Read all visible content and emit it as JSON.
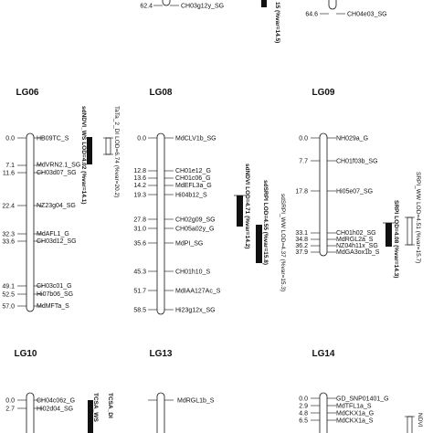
{
  "top_fragments": [
    {
      "pos": "62.4",
      "marker": "CH03g12y_SG"
    },
    {
      "pos": "64.6",
      "marker": "CH04e03_SG"
    }
  ],
  "top_qtl_fragment": "15 (%var=14.5)",
  "groups": [
    {
      "name": "LG06",
      "loci": [
        {
          "pos": "0.0",
          "marker": "HB09TC_S"
        },
        {
          "pos": "7.1",
          "marker": "MdVRN2.1_SG"
        },
        {
          "pos": "11.6",
          "marker": "CH03d07_SG"
        },
        {
          "pos": "22.4",
          "marker": "NZ23g04_SG"
        },
        {
          "pos": "32.3",
          "marker": "MdAFL1_G"
        },
        {
          "pos": "33.6",
          "marker": "CH03d12_SG"
        },
        {
          "pos": "49.1",
          "marker": "CH03c01_G"
        },
        {
          "pos": "52.5",
          "marker": "Hi07b06_SG"
        },
        {
          "pos": "57.0",
          "marker": "MdMFTa_S"
        }
      ],
      "qtls": [
        {
          "name": "sdNDVI_WS",
          "stat": "LOD=4.02 (%var=14.1)"
        },
        {
          "name": "TaTa_2_DI",
          "stat": "LOD=6.74 (%var=20.2)"
        }
      ]
    },
    {
      "name": "LG08",
      "loci": [
        {
          "pos": "0.0",
          "marker": "MdCLV1b_SG"
        },
        {
          "pos": "12.8",
          "marker": "CH01e12_G"
        },
        {
          "pos": "13.6",
          "marker": "CH01c06_G"
        },
        {
          "pos": "14.2",
          "marker": "MdEFL3a_G"
        },
        {
          "pos": "19.3",
          "marker": "Hi04b12_S"
        },
        {
          "pos": "27.8",
          "marker": "CH02g09_SG"
        },
        {
          "pos": "31.0",
          "marker": "CH05a02y_G"
        },
        {
          "pos": "35.6",
          "marker": "MdPI_SG"
        },
        {
          "pos": "45.3",
          "marker": "CH01h10_S"
        },
        {
          "pos": "51.7",
          "marker": "MdIAA127Ac_S"
        },
        {
          "pos": "58.5",
          "marker": "Hi23g12x_SG"
        }
      ],
      "qtls": [
        {
          "name": "sdNDVI",
          "stat": "LOD=4.71 (%var=14.2)"
        },
        {
          "name": "sdSRPI",
          "stat": "LOD=4.55 (%var=15.8)"
        },
        {
          "name": "sdSRPI_WW",
          "stat": "LOD=4.37 (%var=15.3)"
        }
      ]
    },
    {
      "name": "LG09",
      "loci": [
        {
          "pos": "0.0",
          "marker": "NH029a_G"
        },
        {
          "pos": "7.7",
          "marker": "CH01f03b_SG"
        },
        {
          "pos": "17.8",
          "marker": "Hi05e07_SG"
        },
        {
          "pos": "33.1",
          "marker": "CH01h02_SG"
        },
        {
          "pos": "34.8",
          "marker": "MdRGL2a_S"
        },
        {
          "pos": "36.2",
          "marker": "NZ04h11x_SG"
        },
        {
          "pos": "37.9",
          "marker": "MdGA3ox1b_S"
        }
      ],
      "qtls": [
        {
          "name": "SRPI",
          "stat": "LOD=4.08 (%var=14.3)"
        },
        {
          "name": "SRPI_WW",
          "stat": "LOD=4.51 (%var=15.7)"
        }
      ]
    },
    {
      "name": "LG10",
      "loci": [
        {
          "pos": "0.0",
          "marker": "CH04c06z_G"
        },
        {
          "pos": "2.7",
          "marker": "Hi02d04_SG"
        }
      ],
      "qtls": [
        {
          "name": "TCSA_WS",
          "stat": ""
        },
        {
          "name": "TCSA_DI",
          "stat": ""
        }
      ]
    },
    {
      "name": "LG13",
      "loci": [
        {
          "pos": "",
          "marker": "MdRGL1b_S"
        }
      ],
      "qtls": []
    },
    {
      "name": "LG14",
      "loci": [
        {
          "pos": "0.0",
          "marker": "GD_SNP01401_G"
        },
        {
          "pos": "2.9",
          "marker": "MdTFL1a_S"
        },
        {
          "pos": "4.8",
          "marker": "MdCKX1a_G"
        },
        {
          "pos": "6.5",
          "marker": "MdCKX1a_S"
        }
      ],
      "qtls": [
        {
          "name": "NDVI",
          "stat": ""
        }
      ]
    }
  ]
}
